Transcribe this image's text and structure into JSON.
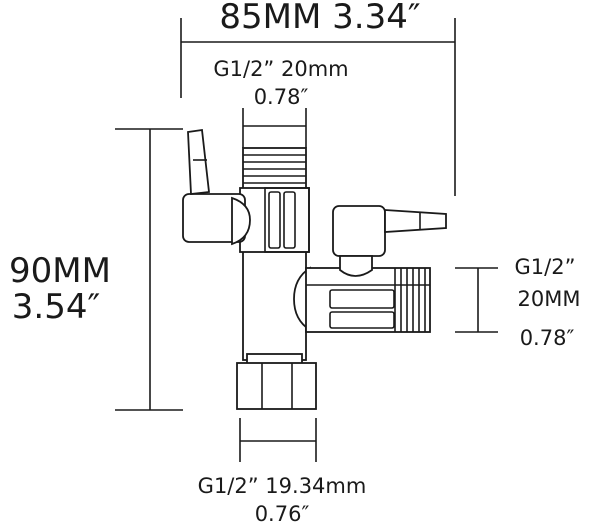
{
  "dimensions": {
    "width_label": "85MM 3.34″",
    "top_thread_label": "G1/2” 20mm",
    "top_thread_inch": "0.78″",
    "height_label_mm": "90MM",
    "height_label_inch": "3.54″",
    "side_thread_label": "G1/2”",
    "side_thread_mm": "20MM",
    "side_thread_inch": "0.78″",
    "bottom_thread_label": "G1/2” 19.34mm",
    "bottom_thread_inch": "0.76″"
  },
  "colors": {
    "line": "#1a1a1a",
    "background": "#ffffff"
  }
}
